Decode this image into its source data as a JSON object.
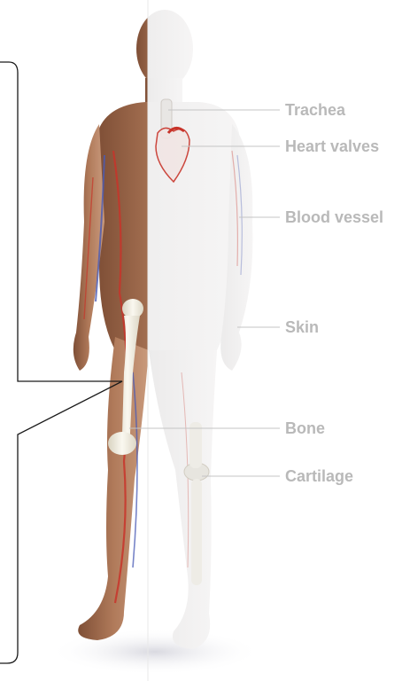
{
  "labels": {
    "trachea": "Trachea",
    "heart_valves": "Heart valves",
    "blood_vessel": "Blood vessel",
    "skin": "Skin",
    "bone": "Bone",
    "cartilage": "Cartilage"
  },
  "colors": {
    "label_text": "#b9b9b9",
    "leader_line": "#c4c4c4",
    "callout_line": "#1a1a1a",
    "skin_tone": "#a06a4c",
    "translucent_body": "#eceaea",
    "bone": "#f1ede0",
    "artery": "#c8342a",
    "vein": "#4a5bb5"
  }
}
